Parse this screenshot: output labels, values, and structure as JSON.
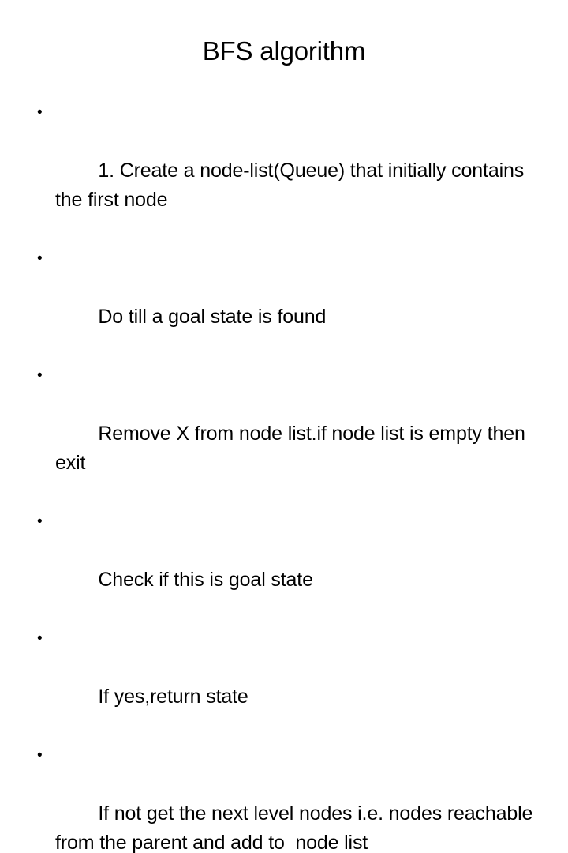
{
  "slide": {
    "title": "BFS algorithm",
    "bullet_marker": "•",
    "text_color": "#000000",
    "background_color": "#ffffff",
    "bullets": [
      {
        "text": "1. Create a node-list(Queue) that initially contains the first node"
      },
      {
        "text": "Do till a goal state is found"
      },
      {
        "text": "Remove X from node list.if node list is empty then exit"
      },
      {
        "text": "Check if this is goal state"
      },
      {
        "text": "If yes,return state"
      },
      {
        "text": "If not get the next level nodes i.e. nodes reachable from the parent and add to  node list"
      }
    ]
  }
}
